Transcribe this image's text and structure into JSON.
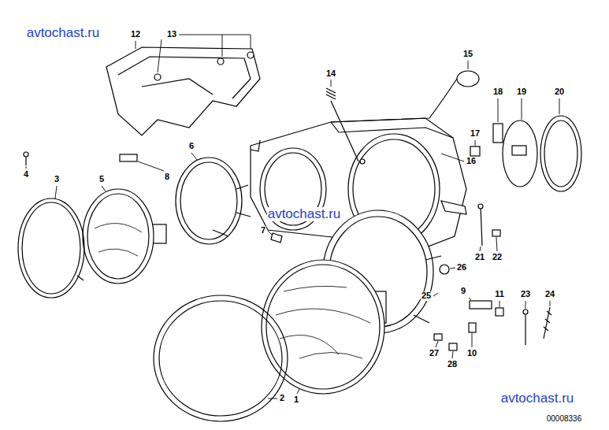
{
  "diagram": {
    "labels": [
      "avtochast.ru",
      "12",
      "13",
      "14",
      "15",
      "18",
      "19",
      "20",
      "17",
      "16",
      "6",
      "8",
      "4",
      "3",
      "5",
      "avtochast.ru",
      "7",
      "21",
      "22",
      "26",
      "25",
      "9",
      "11",
      "23",
      "24",
      "10",
      "27",
      "28",
      "2",
      "1",
      "avtochast.ru",
      "00008336"
    ]
  }
}
